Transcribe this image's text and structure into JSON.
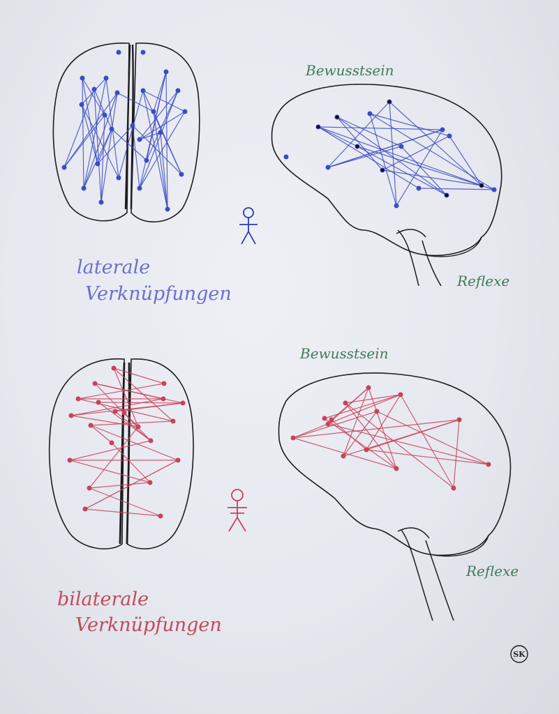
{
  "top": {
    "label_line1": "laterale",
    "label_line2": "Verknüpfungen",
    "cortex_label": "Bewusstsein",
    "brainstem_label": "Reflexe"
  },
  "bottom": {
    "label_line1": "bilaterale",
    "label_line2": "Verknüpfungen",
    "cortex_label": "Bewusstsein",
    "brainstem_label": "Reflexe"
  },
  "signature": "SK",
  "colors": {
    "blue": "#3c4cc4",
    "red": "#c8425a",
    "green": "#3f7a55",
    "ink": "#1c1c1c"
  }
}
